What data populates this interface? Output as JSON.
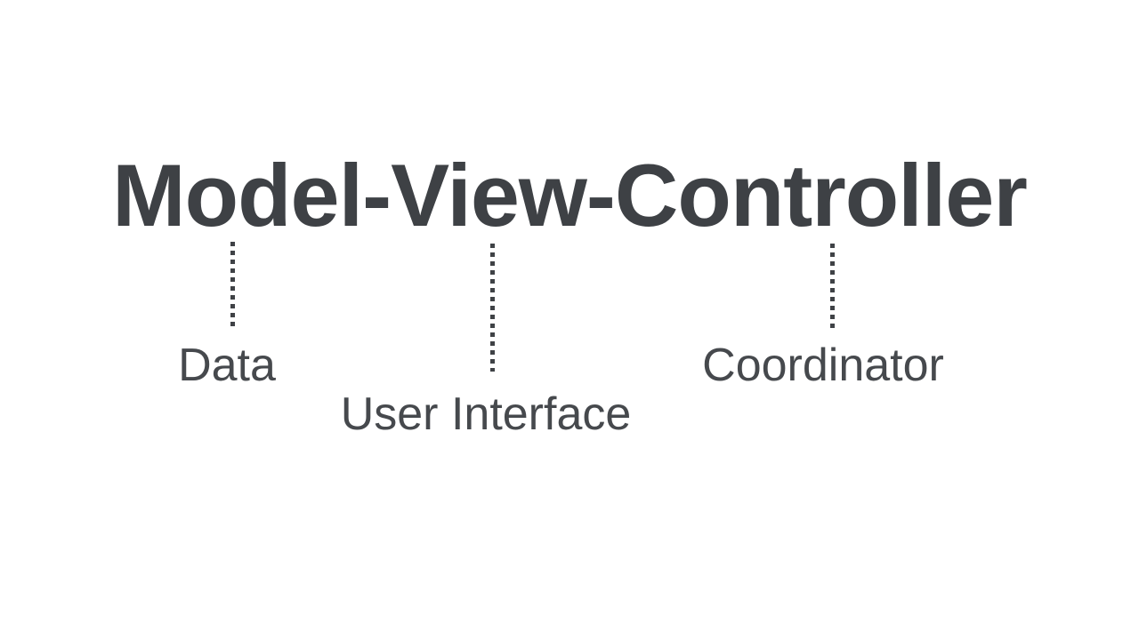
{
  "title": {
    "text": "Model-View-Controller"
  },
  "annotations": [
    {
      "term": "Model",
      "label": "Data"
    },
    {
      "term": "View",
      "label": "User Interface"
    },
    {
      "term": "Controller",
      "label": "Coordinator"
    }
  ],
  "connectors": [
    {
      "for": "Model",
      "style": "dotted-vertical-line"
    },
    {
      "for": "View",
      "style": "dotted-vertical-line"
    },
    {
      "for": "Controller",
      "style": "dotted-vertical-line"
    }
  ],
  "colors": {
    "background": "#ffffff",
    "title_ink": "#3e4145",
    "label_ink": "#46494d",
    "connector_ink": "#3f4246"
  }
}
